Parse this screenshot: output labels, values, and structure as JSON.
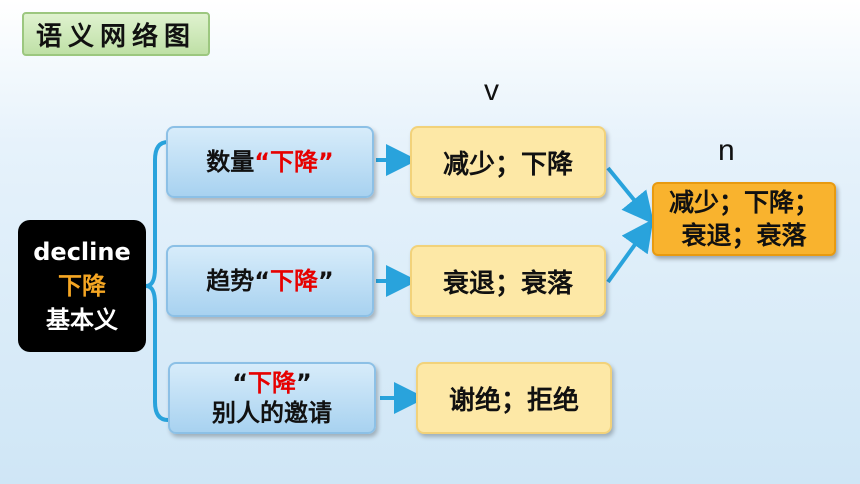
{
  "title": "语义网络图",
  "root": {
    "line1": "decline",
    "line2": "下降",
    "line3": "基本义"
  },
  "branches": [
    {
      "pre": "数量",
      "q_open": "“",
      "highlight": "下降",
      "q_close": "”"
    },
    {
      "pre": "趋势",
      "q_open": "“",
      "highlight": "下降",
      "q_close": "”"
    },
    {
      "q_open": "“",
      "highlight": "下降",
      "q_close": "”",
      "line2": "别人的邀请"
    }
  ],
  "meanings": [
    "减少；下降",
    "衰退；衰落",
    "谢绝；拒绝"
  ],
  "labels": {
    "verb": "v",
    "noun": "n"
  },
  "result": {
    "line1": "减少；下降；",
    "line2": "衰退；衰落"
  },
  "colors": {
    "arrow": "#29a3dc",
    "highlight": "#e60000",
    "root_accent": "#f5a623",
    "result_bg": "#f9b32e"
  }
}
